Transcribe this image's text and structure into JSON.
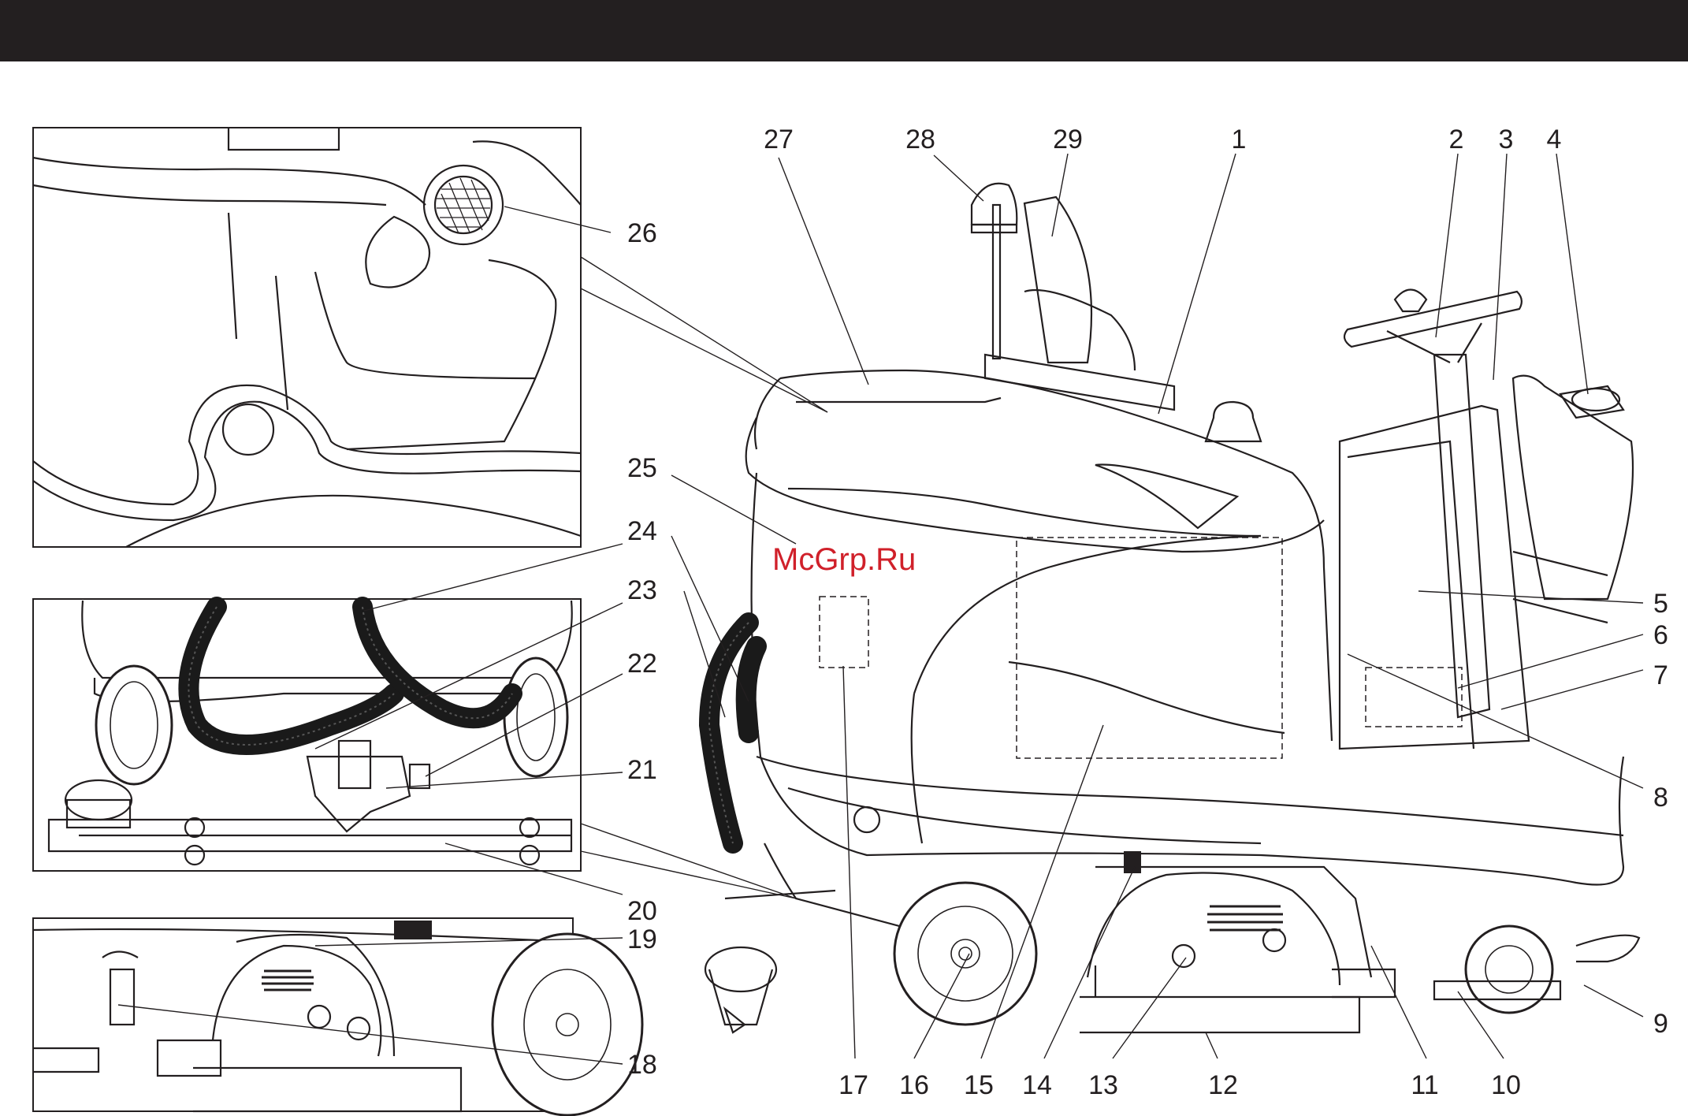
{
  "watermark": "McGrp.Ru",
  "callouts": [
    {
      "id": "c27",
      "label": "27"
    },
    {
      "id": "c28",
      "label": "28"
    },
    {
      "id": "c29",
      "label": "29"
    },
    {
      "id": "c1",
      "label": "1"
    },
    {
      "id": "c2",
      "label": "2"
    },
    {
      "id": "c3",
      "label": "3"
    },
    {
      "id": "c4",
      "label": "4"
    },
    {
      "id": "c26",
      "label": "26"
    },
    {
      "id": "c25",
      "label": "25"
    },
    {
      "id": "c24",
      "label": "24"
    },
    {
      "id": "c23",
      "label": "23"
    },
    {
      "id": "c22",
      "label": "22"
    },
    {
      "id": "c21",
      "label": "21"
    },
    {
      "id": "c20",
      "label": "20"
    },
    {
      "id": "c19",
      "label": "19"
    },
    {
      "id": "c18",
      "label": "18"
    },
    {
      "id": "c5",
      "label": "5"
    },
    {
      "id": "c6",
      "label": "6"
    },
    {
      "id": "c7",
      "label": "7"
    },
    {
      "id": "c8",
      "label": "8"
    },
    {
      "id": "c9",
      "label": "9"
    },
    {
      "id": "c10",
      "label": "10"
    },
    {
      "id": "c11",
      "label": "11"
    },
    {
      "id": "c12",
      "label": "12"
    },
    {
      "id": "c13",
      "label": "13"
    },
    {
      "id": "c14",
      "label": "14"
    },
    {
      "id": "c15",
      "label": "15"
    },
    {
      "id": "c16",
      "label": "16"
    },
    {
      "id": "c17",
      "label": "17"
    }
  ]
}
